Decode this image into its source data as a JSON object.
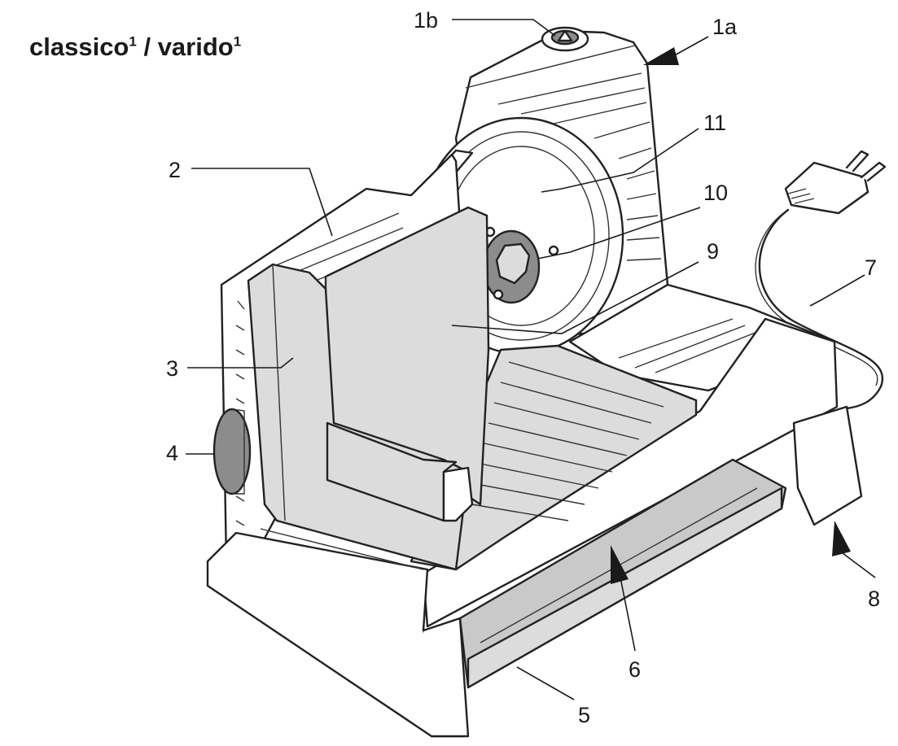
{
  "title": {
    "name_a": "classico",
    "sup_a": "1",
    "separator": " / ",
    "name_b": "varido",
    "sup_b": "1"
  },
  "callouts": {
    "c1a": "1a",
    "c1b": "1b",
    "c2": "2",
    "c3": "3",
    "c4": "4",
    "c5": "5",
    "c6": "6",
    "c7": "7",
    "c8": "8",
    "c9": "9",
    "c10": "10",
    "c11": "11"
  },
  "colors": {
    "line": "#222222",
    "body_fill": "#ffffff",
    "gray_light": "#dcdcdc",
    "gray_mid": "#c9c9c9",
    "gray_dark": "#8c8c8c"
  }
}
